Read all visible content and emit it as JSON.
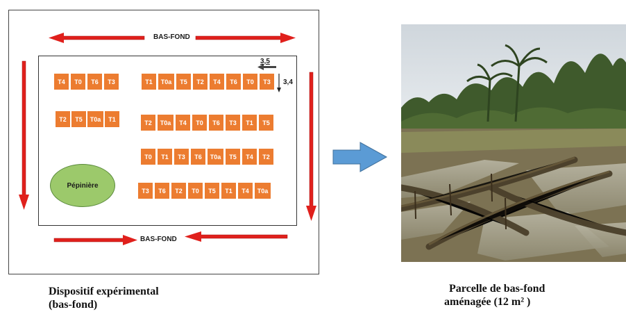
{
  "diagram": {
    "top_label": "BAS-FOND",
    "bottom_label": "BAS-FOND",
    "dim_width": "3,5",
    "dim_height": "3,4",
    "nursery_label": "Pépinière",
    "left_block": [
      [
        "T4",
        "T0",
        "T6",
        "T3"
      ],
      [
        "T2",
        "T5",
        "T0a",
        "T1"
      ]
    ],
    "right_block": [
      [
        "T1",
        "T0a",
        "T5",
        "T2",
        "T4",
        "T6",
        "T0",
        "T3"
      ],
      [
        "T2",
        "T0a",
        "T4",
        "T0",
        "T6",
        "T3",
        "T1",
        "T5"
      ],
      [
        "T0",
        "T1",
        "T3",
        "T6",
        "T0a",
        "T5",
        "T4",
        "T2"
      ],
      [
        "T3",
        "T6",
        "T2",
        "T0",
        "T5",
        "T1",
        "T4",
        "T0a"
      ]
    ],
    "caption_line1": "Dispositif expérimental",
    "caption_line2": "(bas-fond)"
  },
  "photo": {
    "caption_line1": "Parcelle de bas-fond",
    "caption_line2": "aménagée (12 m² )"
  },
  "colors": {
    "plot": "#ec7c30",
    "arrow_red": "#e0201c",
    "arrow_blue": "#5b9bd5",
    "nursery": "#9cc96b"
  }
}
